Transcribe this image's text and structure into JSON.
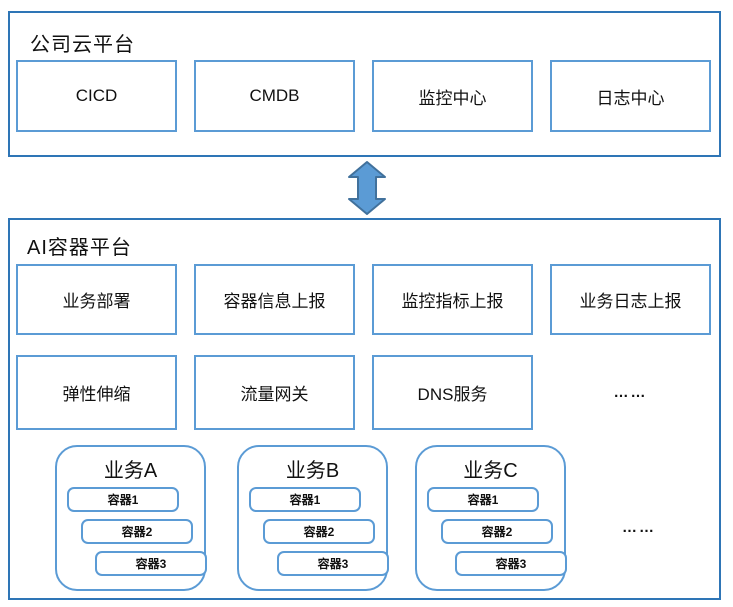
{
  "colors": {
    "outer_border": "#2e75b6",
    "inner_border": "#5b9bd5",
    "arrow_fill": "#5b9bd5",
    "arrow_stroke": "#41719c",
    "text": "#111111",
    "background": "#ffffff"
  },
  "top_platform": {
    "title": "公司云平台",
    "boxes": [
      {
        "label": "CICD"
      },
      {
        "label": "CMDB"
      },
      {
        "label": "监控中心"
      },
      {
        "label": "日志中心"
      }
    ]
  },
  "connector": {
    "type": "double-arrow-vertical"
  },
  "bottom_platform": {
    "title": "AI容器平台",
    "row1": [
      {
        "label": "业务部署"
      },
      {
        "label": "容器信息上报"
      },
      {
        "label": "监控指标上报"
      },
      {
        "label": "业务日志上报"
      }
    ],
    "row2": [
      {
        "label": "弹性伸缩"
      },
      {
        "label": "流量网关"
      },
      {
        "label": "DNS服务"
      }
    ],
    "row2_ellipsis": "……",
    "groups": [
      {
        "title": "业务A",
        "containers": [
          "容器1",
          "容器2",
          "容器3"
        ]
      },
      {
        "title": "业务B",
        "containers": [
          "容器1",
          "容器2",
          "容器3"
        ]
      },
      {
        "title": "业务C",
        "containers": [
          "容器1",
          "容器2",
          "容器3"
        ]
      }
    ],
    "groups_ellipsis": "……"
  }
}
